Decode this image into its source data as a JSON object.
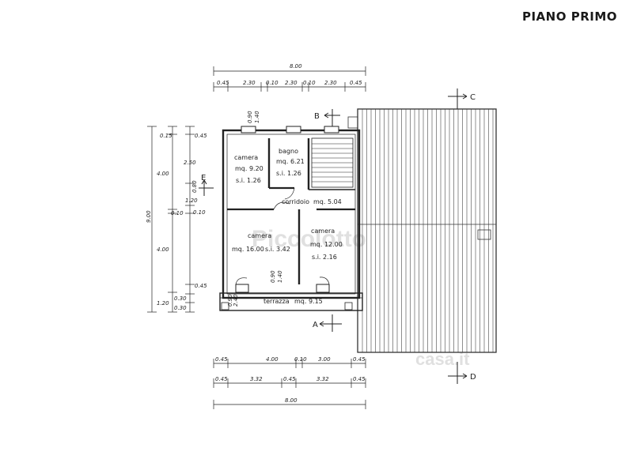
{
  "title": "PIANO PRIMO",
  "rooms": {
    "camera1": {
      "name": "camera",
      "area": "mq. 9.20",
      "si": "s.i. 1.26"
    },
    "bagno": {
      "name": "bagno",
      "area": "mq. 6.21",
      "si": "s.i. 1.26"
    },
    "corridoio": {
      "name": "corridoio",
      "area": "mq. 5.04"
    },
    "camera2": {
      "name": "camera",
      "area": "mq. 16.00",
      "si": "s.i. 3.42"
    },
    "camera3": {
      "name": "camera",
      "area": "mq. 12.00",
      "si": "s.i. 2.16"
    },
    "terrazza": {
      "name": "terrazza",
      "area": "mq. 9.15"
    }
  },
  "sections": {
    "a": "A",
    "b": "B",
    "c": "C",
    "d": "D",
    "e": "E"
  },
  "dims_top": {
    "total": "8.00",
    "d1": "0.45",
    "d2": "2.30",
    "d3": "0.10",
    "d4": "2.30",
    "d5": "0.10",
    "d6": "2.30",
    "d7": "0.45"
  },
  "dims_bottom1": {
    "d1": "0.45",
    "d2": "4.00",
    "d3": "0.10",
    "d4": "3.00",
    "d5": "0.45"
  },
  "dims_bottom2": {
    "d1": "0.45",
    "d2": "3.32",
    "d3": "0.45",
    "d4": "3.32",
    "d5": "0.45"
  },
  "dims_bottom_total": "8.00",
  "dims_left": {
    "total": "9.00",
    "a1": "0.15",
    "a2": "4.00",
    "a3": "0.10",
    "a4": "4.00",
    "a5": "1.20",
    "b1": "0.45",
    "b2": "2.50",
    "b3": "1.20",
    "b4": "0.10",
    "b5": "0.45",
    "b6": "0.30",
    "b7": "0.30"
  },
  "openings": {
    "o1": "0.90",
    "o2": "1.40",
    "o3": "0.90",
    "o4": "1.40",
    "o5": "0.90",
    "o6": "2.40",
    "o7": "0.80"
  },
  "watermark": {
    "w1": "Piccolotto",
    "w2": "casa.it"
  }
}
